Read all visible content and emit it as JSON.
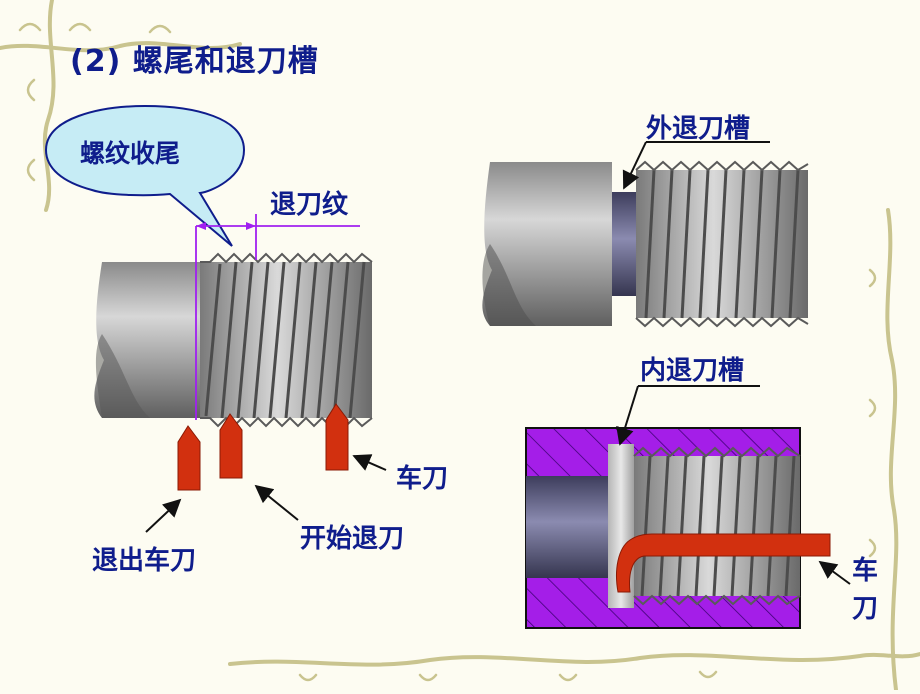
{
  "title": "(2) 螺尾和退刀槽",
  "callout": "螺纹收尾",
  "labels": {
    "retract_thread": "退刀纹",
    "tool_right": "车刀",
    "start_retract": "开始退刀",
    "exit_tool": "退出车刀",
    "outer_groove": "外退刀槽",
    "inner_groove": "内退刀槽",
    "tool_inner_1": "车",
    "tool_inner_2": "刀"
  },
  "colors": {
    "title_blue": "#0f1d8c",
    "tool_red": "#d2300f",
    "magenta": "#a020f0",
    "callout_fill": "#c6ecf5",
    "metal_dark": "#6b6b6b",
    "metal_light": "#d4d4d4",
    "groove_dark": "#3f3f66",
    "vine_color": "#c9c48f"
  }
}
